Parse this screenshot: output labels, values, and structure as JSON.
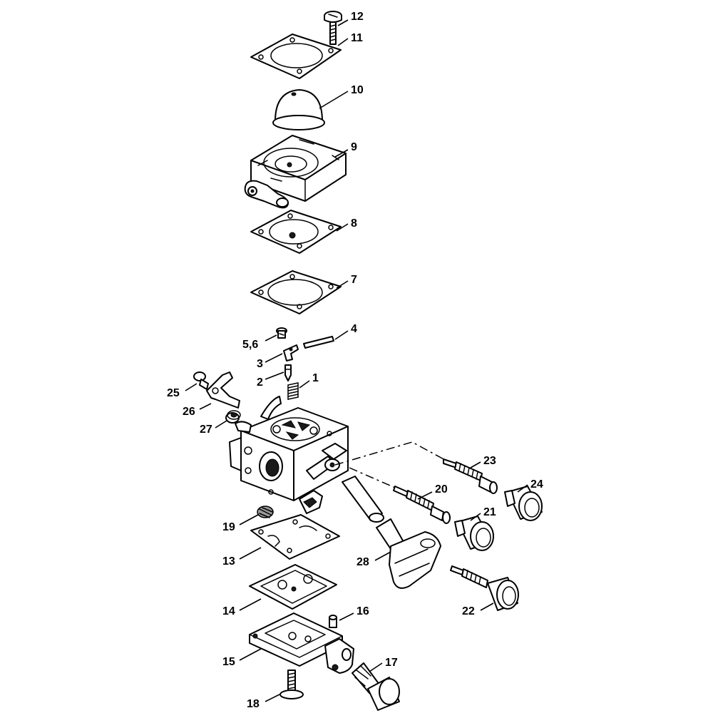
{
  "callouts": {
    "c1": "1",
    "c2": "2",
    "c3": "3",
    "c4": "4",
    "c56": "5,6",
    "c7": "7",
    "c8": "8",
    "c9": "9",
    "c10": "10",
    "c11": "11",
    "c12": "12",
    "c13": "13",
    "c14": "14",
    "c15": "15",
    "c16": "16",
    "c17": "17",
    "c18": "18",
    "c19": "19",
    "c20": "20",
    "c21": "21",
    "c22": "22",
    "c23": "23",
    "c24": "24",
    "c25": "25",
    "c26": "26",
    "c27": "27",
    "c28": "28"
  }
}
